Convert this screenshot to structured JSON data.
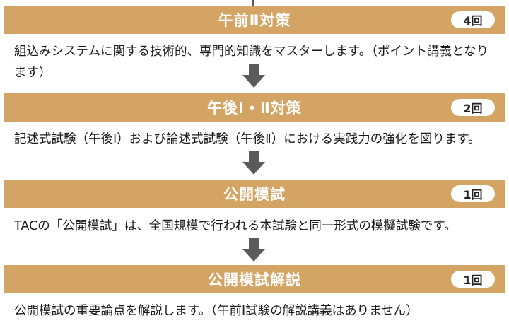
{
  "stages": [
    {
      "title": "午前Ⅱ対策",
      "count": "4回",
      "description": "組込みシステムに関する技術的、専門的知識をマスターします。（ポイント講義となります）"
    },
    {
      "title": "午後Ⅰ・Ⅱ対策",
      "count": "2回",
      "description": "記述式試験（午後Ⅰ）および論述式試験（午後Ⅱ）における実践力の強化を図ります。"
    },
    {
      "title": "公開模試",
      "count": "1回",
      "description": "TACの「公開模試」は、全国規模で行われる本試験と同一形式の模擬試験です。"
    },
    {
      "title": "公開模試解説",
      "count": "1回",
      "description": "公開模試の重要論点を解説します。（午前Ⅰ試験の解説講義はありません）"
    }
  ],
  "colors": {
    "stage_bar": "#d4a465",
    "arrow": "#5a5a5a",
    "badge_bg": "#ffffff",
    "text": "#1a1a1a"
  },
  "icons": {
    "connector": "arrow-down-icon"
  }
}
